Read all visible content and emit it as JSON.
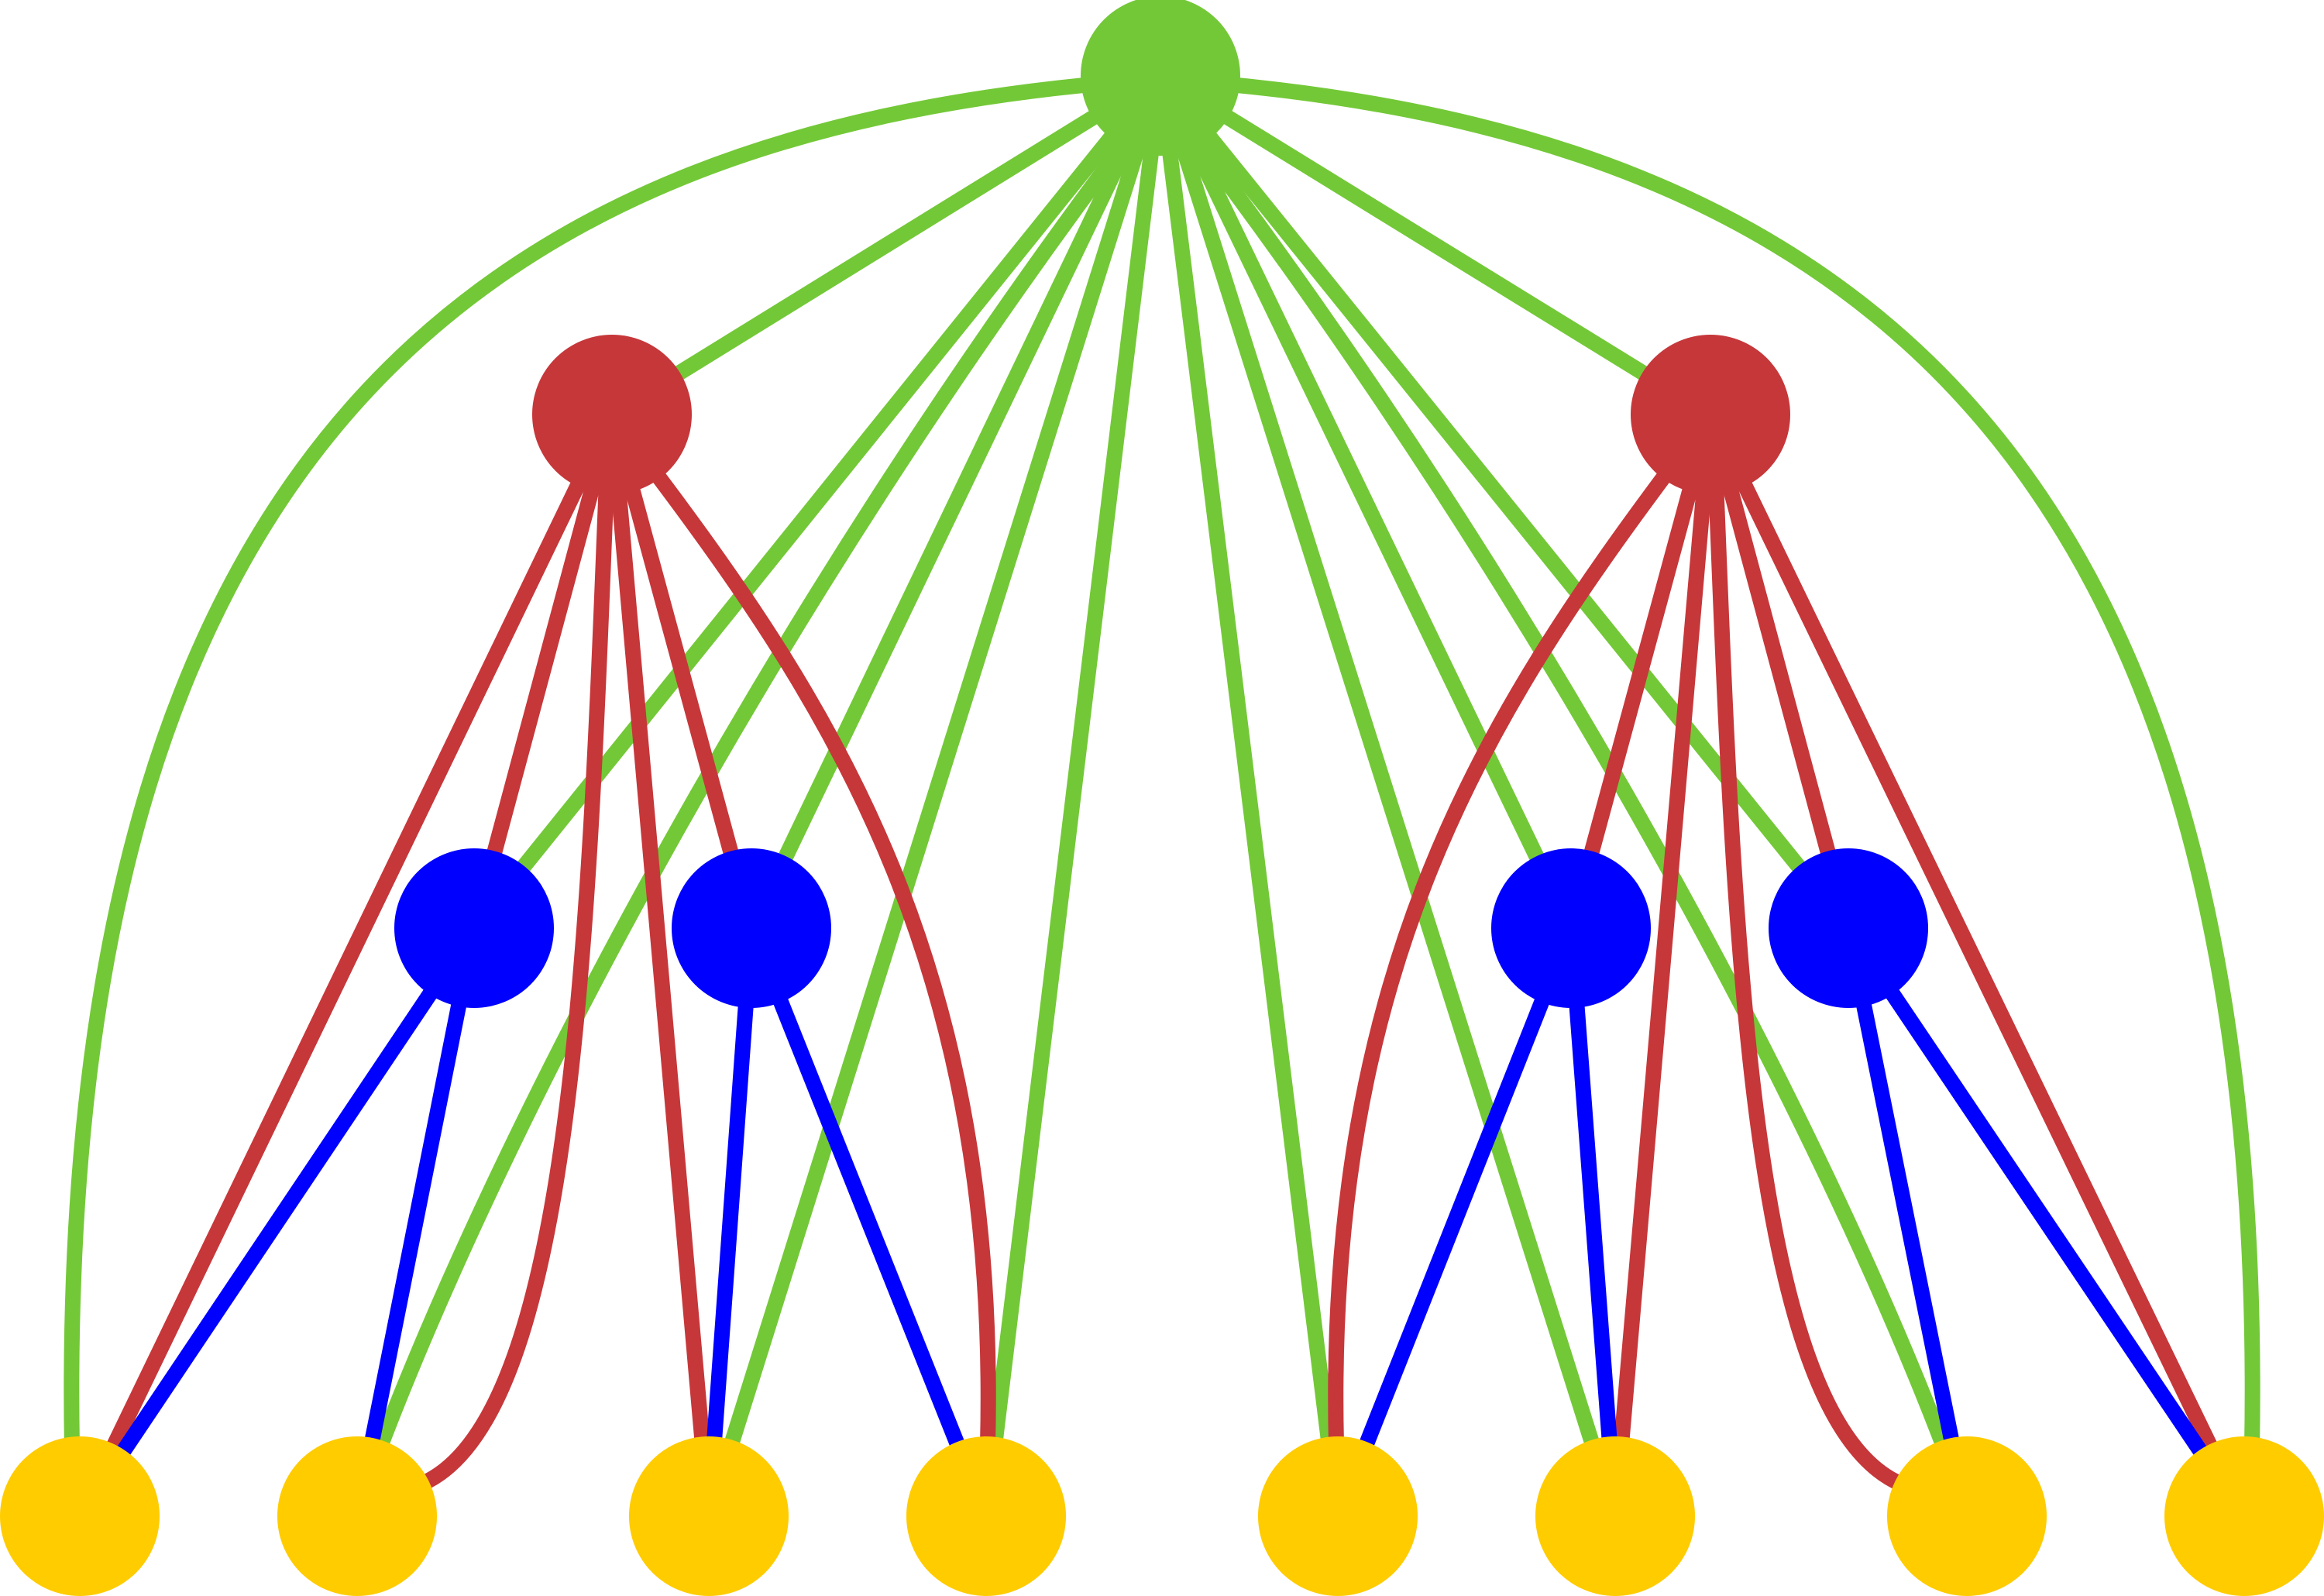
{
  "colors": {
    "root": "#73c837",
    "level1": "#c6373a",
    "level2": "#0000ff",
    "leaf": "#ffcc00",
    "background": "#ffffff"
  },
  "graph": {
    "nodes": [
      {
        "id": "r",
        "level": "root"
      },
      {
        "id": "a1",
        "level": "level1"
      },
      {
        "id": "a2",
        "level": "level1"
      },
      {
        "id": "b1",
        "level": "level2"
      },
      {
        "id": "b2",
        "level": "level2"
      },
      {
        "id": "b3",
        "level": "level2"
      },
      {
        "id": "b4",
        "level": "level2"
      },
      {
        "id": "l1",
        "level": "leaf"
      },
      {
        "id": "l2",
        "level": "leaf"
      },
      {
        "id": "l3",
        "level": "leaf"
      },
      {
        "id": "l4",
        "level": "leaf"
      },
      {
        "id": "l5",
        "level": "leaf"
      },
      {
        "id": "l6",
        "level": "leaf"
      },
      {
        "id": "l7",
        "level": "leaf"
      },
      {
        "id": "l8",
        "level": "leaf"
      }
    ],
    "edges": [
      {
        "from": "r",
        "to": "a1",
        "color": "root"
      },
      {
        "from": "r",
        "to": "a2",
        "color": "root"
      },
      {
        "from": "r",
        "to": "b1",
        "color": "root"
      },
      {
        "from": "r",
        "to": "b2",
        "color": "root"
      },
      {
        "from": "r",
        "to": "b3",
        "color": "root"
      },
      {
        "from": "r",
        "to": "b4",
        "color": "root"
      },
      {
        "from": "r",
        "to": "l1",
        "color": "root"
      },
      {
        "from": "r",
        "to": "l2",
        "color": "root"
      },
      {
        "from": "r",
        "to": "l3",
        "color": "root"
      },
      {
        "from": "r",
        "to": "l4",
        "color": "root"
      },
      {
        "from": "r",
        "to": "l5",
        "color": "root"
      },
      {
        "from": "r",
        "to": "l6",
        "color": "root"
      },
      {
        "from": "r",
        "to": "l7",
        "color": "root"
      },
      {
        "from": "r",
        "to": "l8",
        "color": "root"
      },
      {
        "from": "a1",
        "to": "b1",
        "color": "level1"
      },
      {
        "from": "a1",
        "to": "b2",
        "color": "level1"
      },
      {
        "from": "a1",
        "to": "l1",
        "color": "level1"
      },
      {
        "from": "a1",
        "to": "l2",
        "color": "level1"
      },
      {
        "from": "a1",
        "to": "l3",
        "color": "level1"
      },
      {
        "from": "a1",
        "to": "l4",
        "color": "level1"
      },
      {
        "from": "a2",
        "to": "b3",
        "color": "level1"
      },
      {
        "from": "a2",
        "to": "b4",
        "color": "level1"
      },
      {
        "from": "a2",
        "to": "l5",
        "color": "level1"
      },
      {
        "from": "a2",
        "to": "l6",
        "color": "level1"
      },
      {
        "from": "a2",
        "to": "l7",
        "color": "level1"
      },
      {
        "from": "a2",
        "to": "l8",
        "color": "level1"
      },
      {
        "from": "b1",
        "to": "l1",
        "color": "level2"
      },
      {
        "from": "b1",
        "to": "l2",
        "color": "level2"
      },
      {
        "from": "b2",
        "to": "l3",
        "color": "level2"
      },
      {
        "from": "b2",
        "to": "l4",
        "color": "level2"
      },
      {
        "from": "b3",
        "to": "l5",
        "color": "level2"
      },
      {
        "from": "b3",
        "to": "l6",
        "color": "level2"
      },
      {
        "from": "b4",
        "to": "l7",
        "color": "level2"
      },
      {
        "from": "b4",
        "to": "l8",
        "color": "level2"
      }
    ]
  }
}
